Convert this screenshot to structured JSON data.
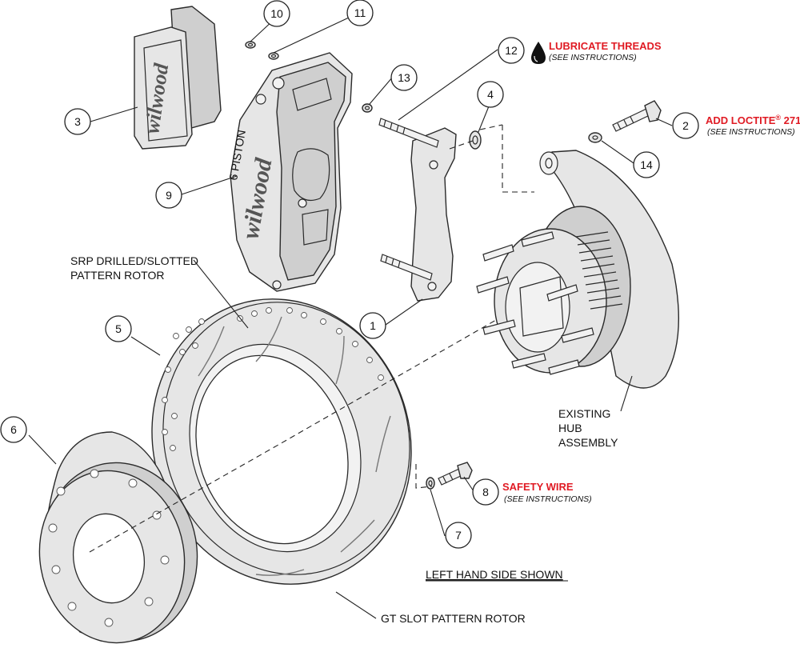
{
  "callouts": {
    "c1": "1",
    "c2": "2",
    "c3": "3",
    "c4": "4",
    "c5": "5",
    "c6": "6",
    "c7": "7",
    "c8": "8",
    "c9": "9",
    "c10": "10",
    "c11": "11",
    "c12": "12",
    "c13": "13",
    "c14": "14"
  },
  "labels": {
    "lubricate_threads": "LUBRICATE THREADS",
    "lubricate_note": "(SEE INSTRUCTIONS)",
    "add_loctite": "ADD LOCTITE",
    "loctite_reg": "®",
    "loctite_num": " 271",
    "loctite_note": "(SEE INSTRUCTIONS)",
    "safety_wire": "SAFETY WIRE",
    "safety_note": "(SEE INSTRUCTIONS)",
    "srp_line1": "SRP DRILLED/SLOTTED",
    "srp_line2": "PATTERN ROTOR",
    "hub_line1": "EXISTING",
    "hub_line2": "HUB",
    "hub_line3": "ASSEMBLY",
    "left_hand": "LEFT  HAND SIDE SHOWN",
    "gt_slot": "GT SLOT PATTERN ROTOR",
    "caliper_brand": "wilwood",
    "pad_brand": "wilwood",
    "piston_text": "6 PISTON"
  },
  "colors": {
    "accent_red": "#e01b24",
    "ink": "#222222",
    "part_fill": "#e6e6e6"
  }
}
